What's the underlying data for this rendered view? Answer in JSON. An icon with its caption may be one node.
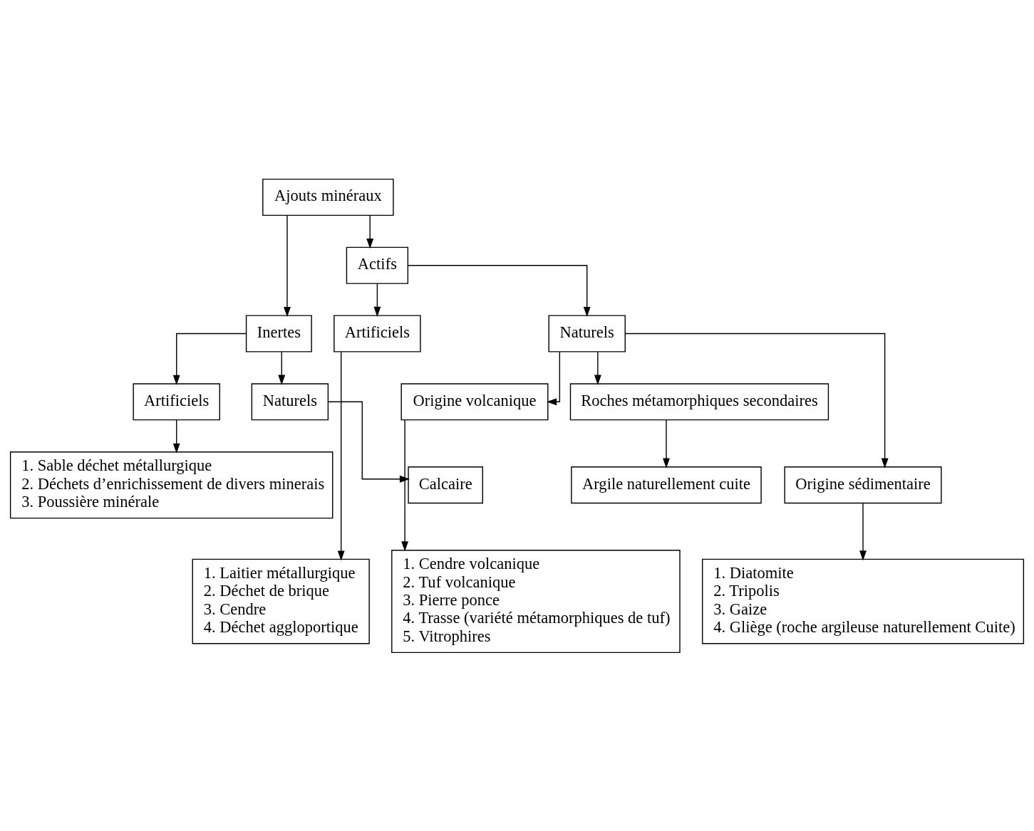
{
  "diagram": {
    "nodes": [
      {
        "text": [
          "Ajouts minéraux"
        ]
      },
      {
        "text": [
          "Inertes"
        ]
      },
      {
        "text": [
          "Actifs"
        ]
      },
      {
        "text": [
          "Naturels"
        ]
      },
      {
        "text": [
          "Artificiels"
        ]
      },
      {
        "text": [
          "Naturels"
        ]
      },
      {
        "text": [
          "Artificiels"
        ]
      },
      {
        "text": [
          "Calcaire"
        ]
      },
      {
        "text": [
          "1. Sable déchet métallurgique",
          "2. Déchets d’enrichissement de divers minerais",
          "3. Poussière minérale"
        ]
      },
      {
        "text": [
          "Origine sédimentaire"
        ]
      },
      {
        "text": [
          "Origine volcanique"
        ]
      },
      {
        "text": [
          "Roches métamorphiques secondaires"
        ]
      },
      {
        "text": [
          "Argile naturellement cuite"
        ]
      },
      {
        "text": [
          "1. Diatomite",
          "2. Tripolis",
          "3. Gaize",
          "4. Gliège (roche argileuse naturellement Cuite)"
        ]
      },
      {
        "text": [
          "1. Cendre volcanique",
          "2. Tuf volcanique",
          "3. Pierre ponce",
          "4. Trasse (variété métamorphiques de tuf)",
          "5. Vitrophires"
        ]
      },
      {
        "text": [
          "1. Laitier métallurgique",
          "2. Déchet de brique",
          "3. Cendre",
          "4. Déchet aggloportique"
        ]
      }
    ],
    "edges": [
      {
        "from": 0,
        "to": 1,
        "arrow": "to"
      },
      {
        "from": 0,
        "to": 2,
        "arrow": "to"
      },
      {
        "from": 1,
        "to": 3,
        "arrow": "to"
      },
      {
        "from": 1,
        "to": 4,
        "arrow": "to"
      },
      {
        "from": 2,
        "to": 5,
        "arrow": "to"
      },
      {
        "from": 2,
        "to": 6,
        "arrow": "to"
      },
      {
        "from": 3,
        "to": 7,
        "arrow": "to"
      },
      {
        "from": 4,
        "to": 8,
        "arrow": "to"
      },
      {
        "from": 5,
        "to": 9,
        "arrow": "to"
      },
      {
        "from": 5,
        "to": 10,
        "arrow": "to"
      },
      {
        "from": 5,
        "to": 11,
        "arrow": "to"
      },
      {
        "from": 11,
        "to": 12,
        "arrow": "to"
      },
      {
        "from": 9,
        "to": 13,
        "arrow": "to"
      },
      {
        "from": 10,
        "to": 14,
        "arrow": "to"
      },
      {
        "from": 6,
        "to": 15,
        "arrow": "to"
      }
    ]
  }
}
